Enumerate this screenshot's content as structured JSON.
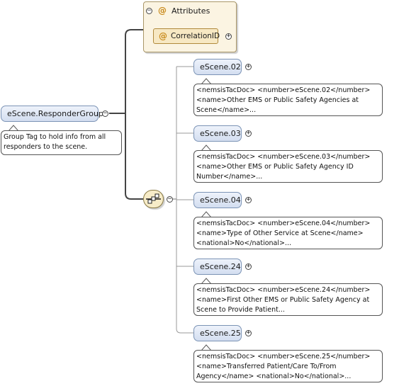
{
  "root": {
    "label": "eScene.ResponderGroup",
    "doc": "Group Tag to hold info from all responders to the scene."
  },
  "attributes": {
    "title": "Attributes",
    "items": [
      "CorrelationID"
    ]
  },
  "sequence": {
    "icon": "sequence-compositor-icon"
  },
  "elements": [
    {
      "label": "eScene.02",
      "doc": "<nemsisTacDoc> <number>eScene.02</number> <name>Other EMS or Public Safety Agencies at Scene</name>..."
    },
    {
      "label": "eScene.03",
      "doc": "<nemsisTacDoc> <number>eScene.03</number> <name>Other EMS or Public Safety Agency ID Number</name>..."
    },
    {
      "label": "eScene.04",
      "doc": "<nemsisTacDoc> <number>eScene.04</number> <name>Type of Other Service at Scene</name> <national>No</national>..."
    },
    {
      "label": "eScene.24",
      "doc": "<nemsisTacDoc> <number>eScene.24</number> <name>First Other EMS or Public Safety Agency at Scene to Provide Patient..."
    },
    {
      "label": "eScene.25",
      "doc": "<nemsisTacDoc> <number>eScene.25</number> <name>Transferred Patient/Care To/From Agency</name> <national>No</national>..."
    }
  ],
  "symbols": {
    "collapse": "−",
    "expand": "+",
    "attribute": "@"
  }
}
